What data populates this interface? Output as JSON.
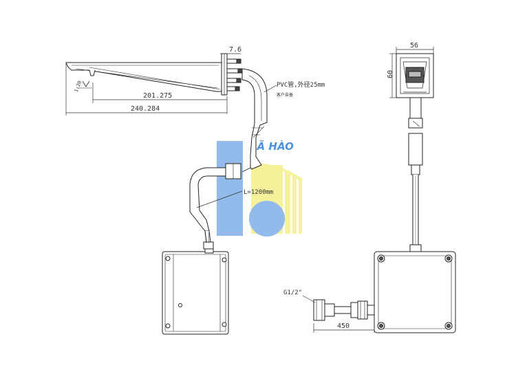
{
  "dimensions": {
    "pipe_offset": "7.6",
    "spout_inner": "201.275",
    "spout_total": "240.284",
    "box_width": "56",
    "box_height": "60",
    "cable_length": "L=1200mm",
    "hose_length": "450",
    "thread": "G1/2\""
  },
  "labels": {
    "pvc_note": "PVC管,外径25mm",
    "pvc_note_sub": "客户自备",
    "slope": "1:20"
  },
  "watermark": {
    "text": "LÃ HÀO",
    "colors": {
      "blue": "#7fb0e8",
      "yellow": "#f4f08a",
      "text": "#2f7fd8"
    }
  }
}
